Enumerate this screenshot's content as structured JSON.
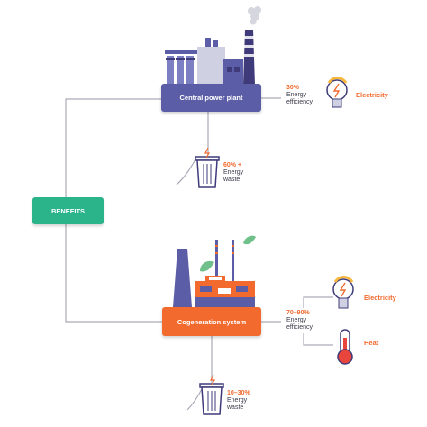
{
  "nodes": {
    "central": {
      "label": "Central power plant",
      "color": "#5b5ea6"
    },
    "cogen": {
      "label": "Cogeneration system",
      "color": "#f26a2e"
    },
    "benefits": {
      "label": "BENEFITS",
      "color": "#2bb38a"
    }
  },
  "central_efficiency": {
    "pct": "30%",
    "line1": "Energy",
    "line2": "efficiency"
  },
  "central_waste": {
    "pct": "60% +",
    "line1": "Energy",
    "line2": "waste"
  },
  "cogen_efficiency": {
    "pct": "70–90%",
    "line1": "Energy",
    "line2": "efficiency"
  },
  "cogen_waste": {
    "pct": "10–30%",
    "line1": "Energy",
    "line2": "waste"
  },
  "outputs": {
    "central_electricity": "Electricity",
    "cogen_electricity": "Electricity",
    "cogen_heat": "Heat"
  },
  "colors": {
    "accent_orange": "#f26a2e",
    "plant_purple": "#5b5ea6",
    "benefit_green": "#2bb38a",
    "connector_gray": "#a9aab8"
  },
  "icons": [
    "factory-icon",
    "cogeneration-plant-icon",
    "lightbulb-icon",
    "thermometer-icon",
    "trash-bin-icon",
    "leaf-icon"
  ]
}
